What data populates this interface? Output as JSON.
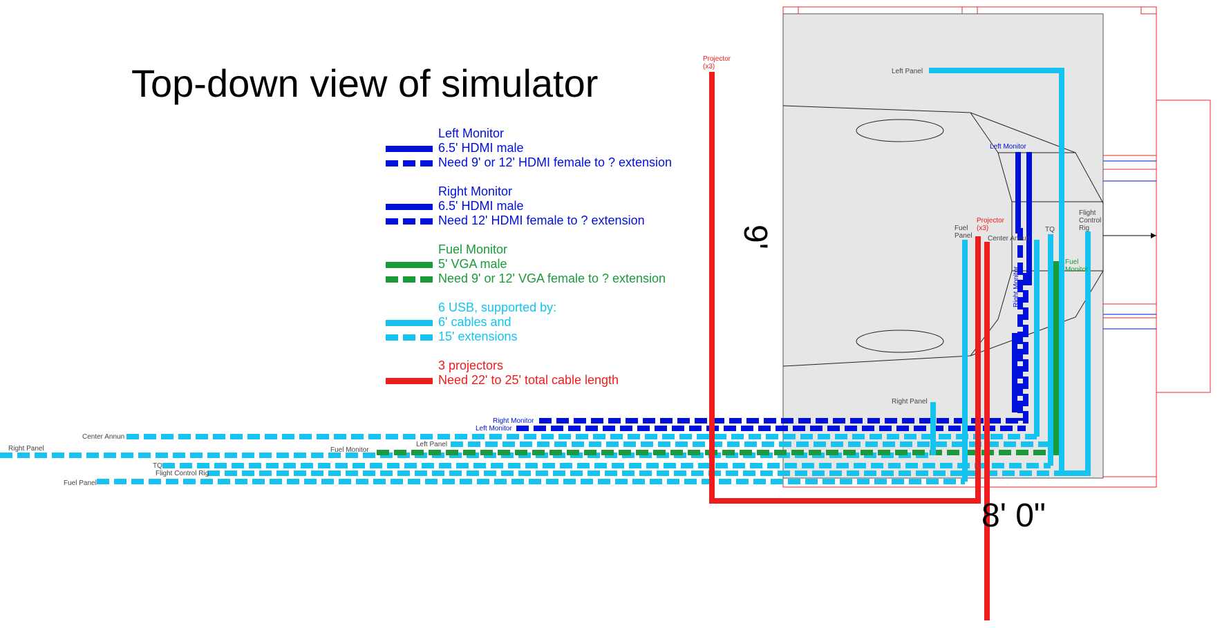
{
  "title": "Top-down view of simulator",
  "colors": {
    "hdmi": "#0010dc",
    "vga": "#1a9a3a",
    "usb": "#14c3f0",
    "projector": "#ee1c1c",
    "outline": "#e8282a",
    "room": "#e6e6e6"
  },
  "legend": [
    {
      "color": "#0010dc",
      "lines": [
        "Left Monitor",
        "6.5' HDMI male",
        "Need 9' or 12' HDMI female to ? extension"
      ],
      "styles": [
        "solid",
        "dashed"
      ]
    },
    {
      "color": "#0010dc",
      "lines": [
        "Right Monitor",
        "6.5' HDMI male",
        "Need 12' HDMI female to ? extension"
      ],
      "styles": [
        "solid",
        "dashed"
      ]
    },
    {
      "color": "#1a9a3a",
      "lines": [
        "Fuel Monitor",
        "5' VGA male",
        "Need  9' or 12' VGA female to ? extension"
      ],
      "styles": [
        "solid",
        "dashed"
      ]
    },
    {
      "color": "#14c3f0",
      "lines": [
        "6 USB, supported by:",
        "6' cables and",
        "15' extensions"
      ],
      "styles": [
        "solid",
        "dashed"
      ]
    },
    {
      "color": "#ee1c1c",
      "lines": [
        "3 projectors",
        "Need 22' to 25' total cable length"
      ],
      "styles": [
        "solid"
      ]
    }
  ],
  "dimensions": {
    "height": "9'",
    "width": "8' 0\""
  },
  "sim_labels": {
    "left_panel": "Left Panel",
    "left_monitor": "Left Monitor",
    "fuel_panel": "Fuel Panel",
    "projector": "Projector (x3)",
    "center_annun": "Center Annun",
    "tq": "TQ",
    "flight_control_rig": "Flight Control Rig",
    "fuel_monitor": "Fuel Monitor",
    "right_monitor": "Right Monitor",
    "right_panel": "Right Panel",
    "projector_top": "Projector (x3)"
  },
  "cable_labels": {
    "right_monitor": "Right Monitor",
    "left_monitor": "Left Monitor",
    "center_annun": "Center Annun",
    "right_panel": "Right Panel",
    "fuel_monitor": "Fuel Monitor",
    "left_panel": "Left Panel",
    "tq": "TQ",
    "flight_control_rig": "Flight Control Rig",
    "fuel_panel": "Fuel Panel"
  }
}
